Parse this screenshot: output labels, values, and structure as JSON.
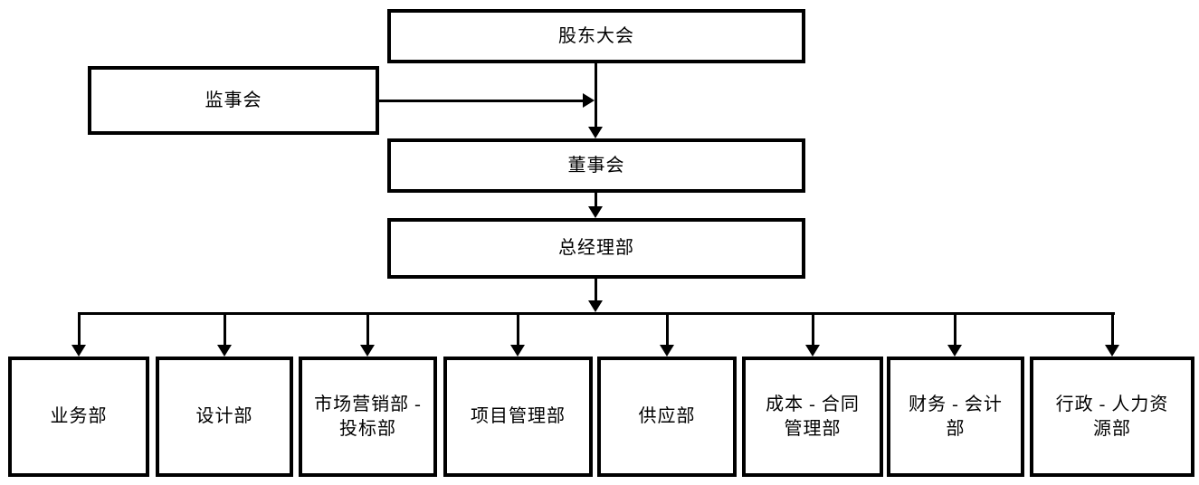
{
  "diagram": {
    "type": "organization-chart",
    "colors": {
      "line": "#000000",
      "box_border": "#000000",
      "box_fill": "#ffffff",
      "text": "#000000",
      "background": "#ffffff"
    },
    "nodes": {
      "shareholders_meeting": {
        "label": "股东大会"
      },
      "supervisory_board": {
        "label": "监事会"
      },
      "board_of_directors": {
        "label": "董事会"
      },
      "general_manager_dept": {
        "label": "总经理部"
      },
      "departments": [
        {
          "label": "业务部"
        },
        {
          "label": "设计部"
        },
        {
          "label": "市场营销部 -\n投标部"
        },
        {
          "label": "项目管理部"
        },
        {
          "label": "供应部"
        },
        {
          "label": "成本 - 合同\n管理部"
        },
        {
          "label": "财务 - 会计\n部"
        },
        {
          "label": "行政 - 人力资\n源部"
        }
      ]
    },
    "edges": [
      {
        "from": "shareholders_meeting",
        "to": "board_of_directors",
        "arrow": "down"
      },
      {
        "from": "supervisory_board",
        "to": "shareholders-board-connector",
        "arrow": "right"
      },
      {
        "from": "board_of_directors",
        "to": "general_manager_dept",
        "arrow": "down"
      },
      {
        "from": "general_manager_dept",
        "to": "all-8-departments-via-bus",
        "arrow": "down"
      }
    ]
  }
}
